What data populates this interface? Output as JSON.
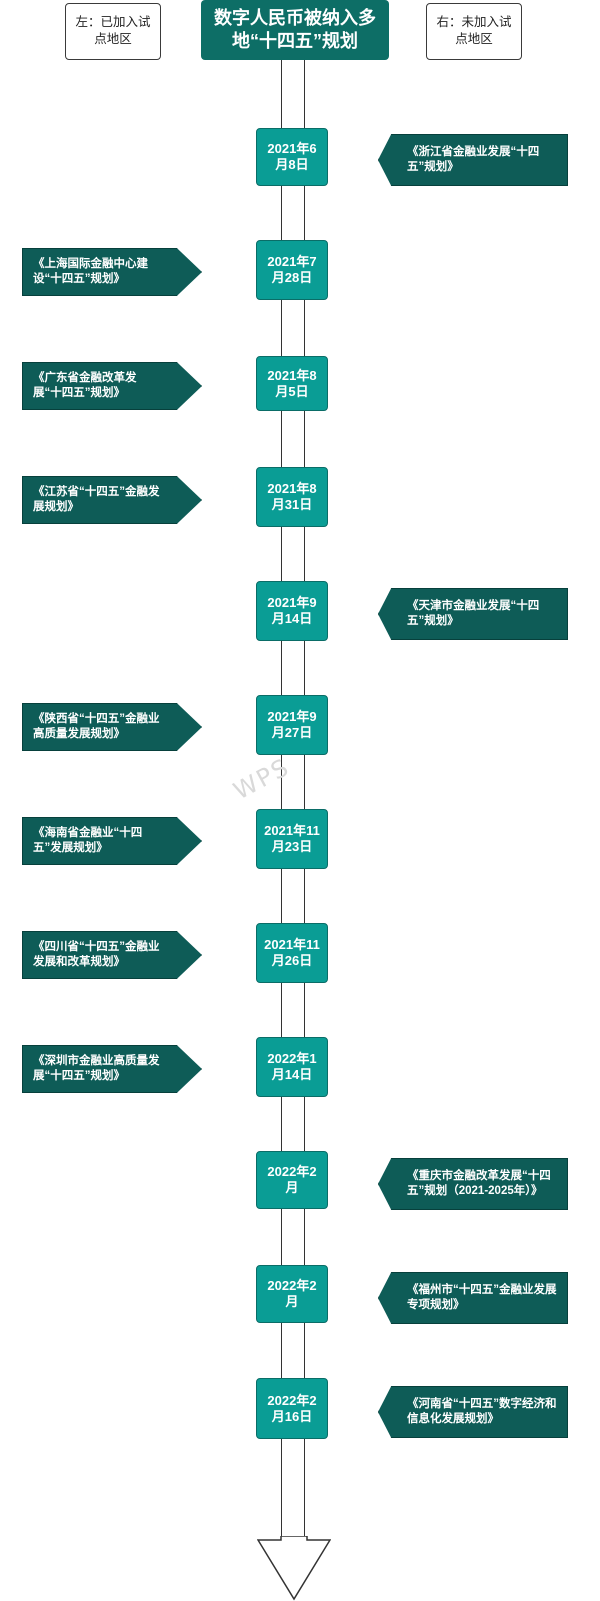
{
  "legend_left": "左：已加入试点地区",
  "legend_right": "右：未加入试点地区",
  "title": "数字人民币被纳入多地“十四五”规划",
  "watermark": "WPS",
  "events": [
    {
      "date": "2021年6月8日",
      "side": "right",
      "plan": "《浙江省金融业发展“十四五”规划》"
    },
    {
      "date": "2021年7月28日",
      "side": "left",
      "plan": "《上海国际金融中心建设“十四五”规划》"
    },
    {
      "date": "2021年8月5日",
      "side": "left",
      "plan": "《广东省金融改革发展“十四五”规划》"
    },
    {
      "date": "2021年8月31日",
      "side": "left",
      "plan": "《江苏省“十四五”金融发展规划》"
    },
    {
      "date": "2021年9月14日",
      "side": "right",
      "plan": "《天津市金融业发展“十四五”规划》"
    },
    {
      "date": "2021年9月27日",
      "side": "left",
      "plan": "《陕西省“十四五”金融业高质量发展规划》"
    },
    {
      "date": "2021年11月23日",
      "side": "left",
      "plan": "《海南省金融业“十四五”发展规划》"
    },
    {
      "date": "2021年11月26日",
      "side": "left",
      "plan": "《四川省“十四五”金融业发展和改革规划》"
    },
    {
      "date": "2022年1月14日",
      "side": "left",
      "plan": "《深圳市金融业高质量发展“十四五”规划》"
    },
    {
      "date": "2022年2月",
      "side": "right",
      "plan": "《重庆市金融改革发展“十四五”规划（2021-2025年）》"
    },
    {
      "date": "2022年2月",
      "side": "right",
      "plan": "《福州市“十四五”金融业发展专项规划》"
    },
    {
      "date": "2022年2月16日",
      "side": "right",
      "plan": "《河南省“十四五”数字经济和信息化发展规划》"
    }
  ]
}
